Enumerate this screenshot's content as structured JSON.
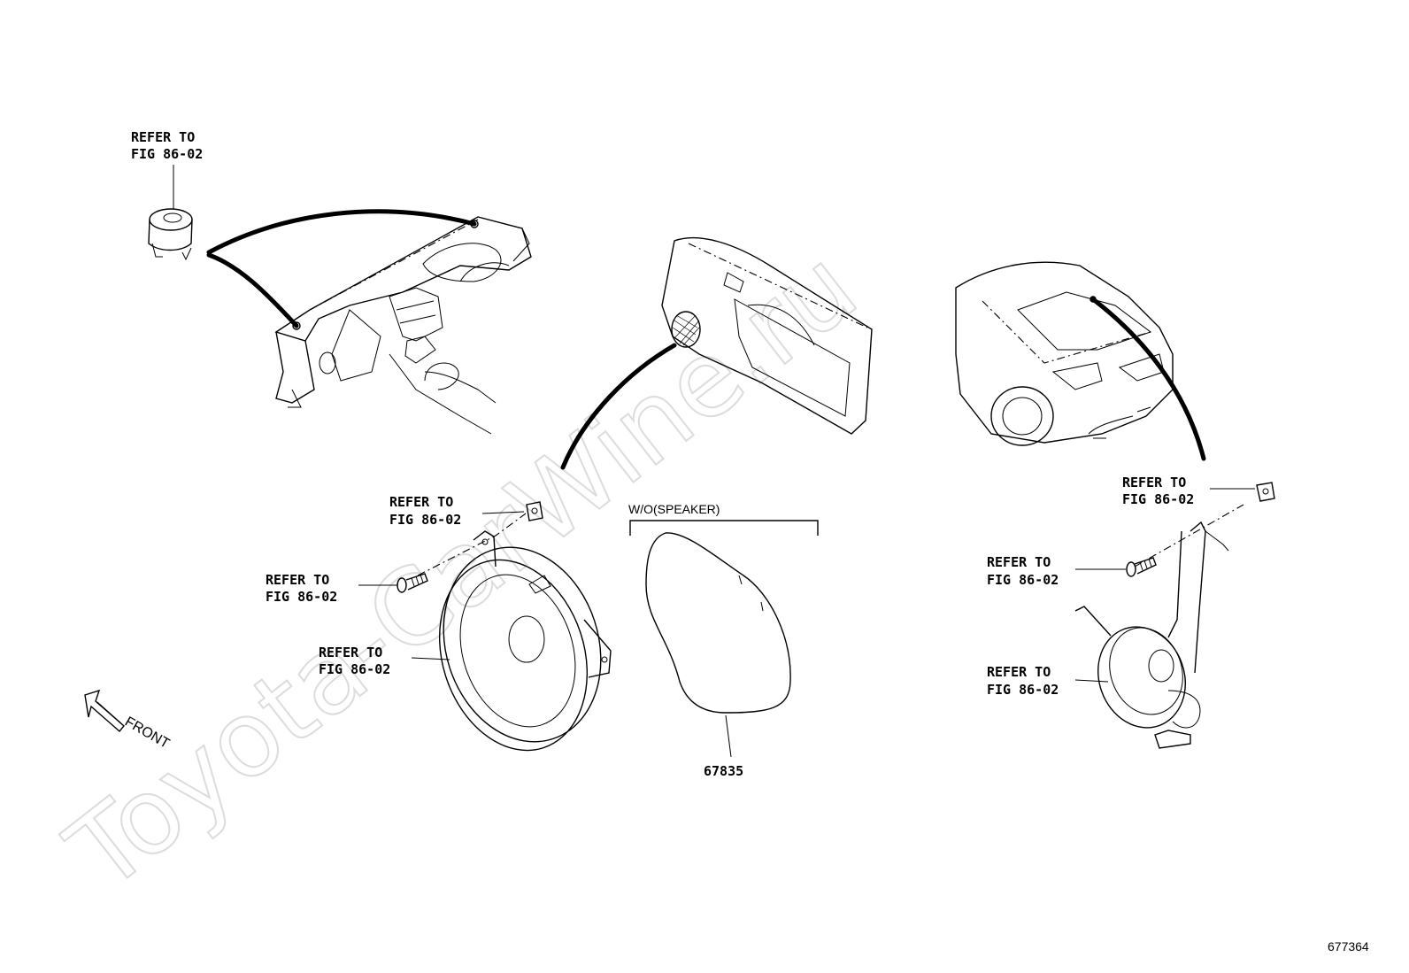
{
  "watermark": "Toyota-CarWine.ru",
  "callouts": {
    "tweeter": {
      "line1": "REFER TO",
      "line2": "FIG 86-02"
    },
    "clip_front": {
      "line1": "REFER TO",
      "line2": "FIG 86-02"
    },
    "screw_front": {
      "line1": "REFER TO",
      "line2": "FIG 86-02"
    },
    "speaker_front": {
      "line1": "REFER TO",
      "line2": "FIG 86-02"
    },
    "clip_rear": {
      "line1": "REFER TO",
      "line2": "FIG 86-02"
    },
    "screw_rear": {
      "line1": "REFER TO",
      "line2": "FIG 86-02"
    },
    "speaker_rear": {
      "line1": "REFER TO",
      "line2": "FIG 86-02"
    }
  },
  "variant_label": "W/O(SPEAKER)",
  "part_number": "67835",
  "front_label": "FRONT",
  "illustration_id": "677364"
}
